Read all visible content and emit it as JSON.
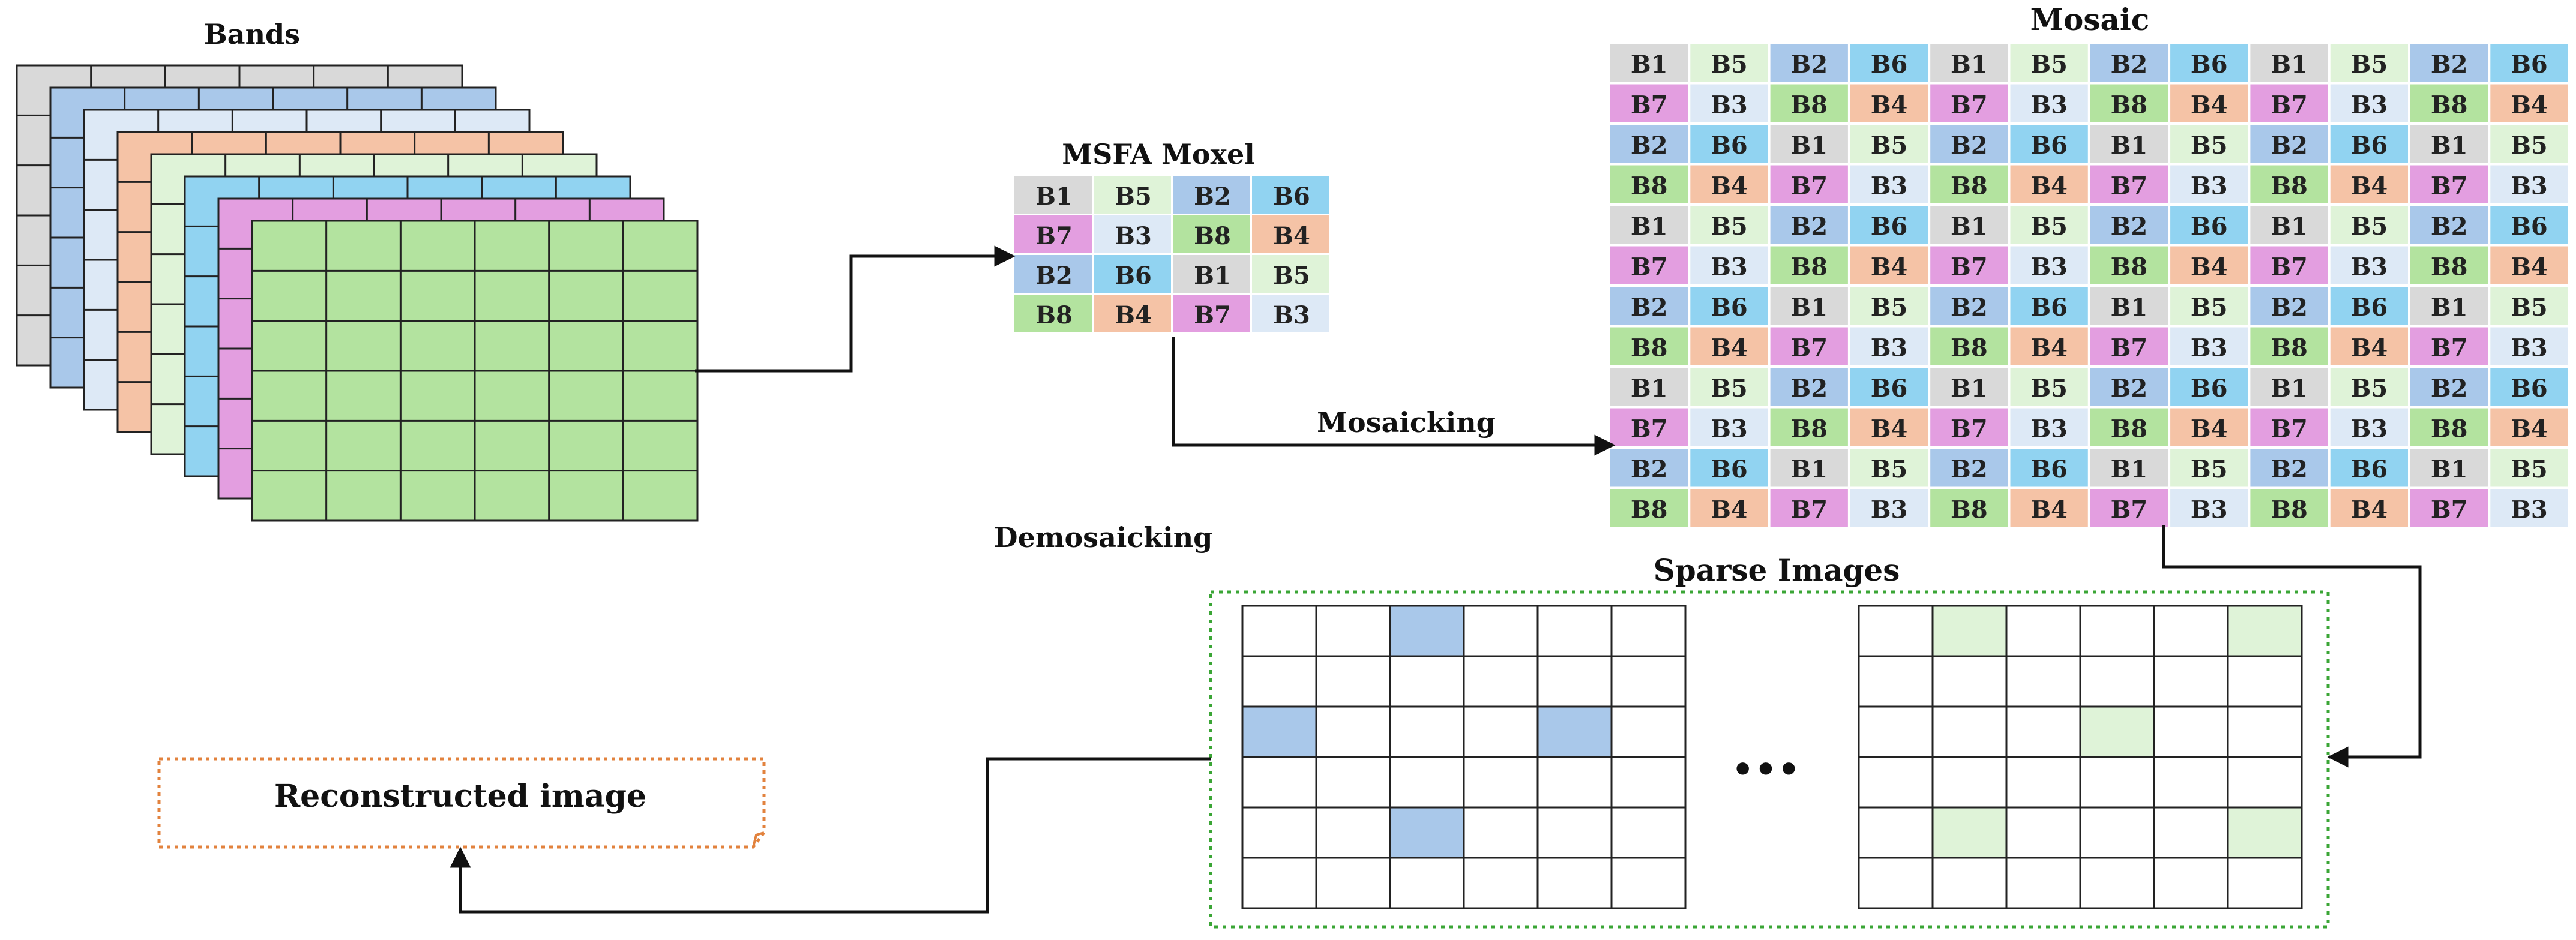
{
  "labels": {
    "bands": "Bands",
    "msfa": "MSFA Moxel",
    "mosaic": "Mosaic",
    "mosaicking": "Mosaicking",
    "demosaicking": "Demosaicking",
    "sparse": "Sparse Images",
    "reconstructed": "Reconstructed image",
    "ellipsis": "..."
  },
  "colors": {
    "B1": "#d9d9d9",
    "B2": "#a9c8ea",
    "B3": "#dde9f6",
    "B4": "#f5c3a6",
    "B5": "#dff3d8",
    "B6": "#91d3f1",
    "B7": "#e39ee0",
    "B8": "#b3e39f",
    "grid_line": "#222222",
    "sparse_border": "#3aa535",
    "reconstructed_border": "#e2823d"
  },
  "band_stack_colors": [
    "B1",
    "B2",
    "B3",
    "B4",
    "B5",
    "B6",
    "B7",
    "B8"
  ],
  "moxel": [
    [
      "B1",
      "B5",
      "B2",
      "B6"
    ],
    [
      "B7",
      "B3",
      "B8",
      "B4"
    ],
    [
      "B2",
      "B6",
      "B1",
      "B5"
    ],
    [
      "B8",
      "B4",
      "B7",
      "B3"
    ]
  ],
  "mosaic_repeat": {
    "rows": 3,
    "cols": 3
  },
  "sparse_grids": [
    {
      "band": "B2",
      "filled": [
        [
          0,
          2
        ],
        [
          2,
          0
        ],
        [
          2,
          4
        ],
        [
          4,
          2
        ]
      ]
    },
    {
      "band": "B5",
      "filled": [
        [
          0,
          1
        ],
        [
          0,
          5
        ],
        [
          2,
          3
        ],
        [
          4,
          1
        ],
        [
          4,
          5
        ]
      ]
    }
  ]
}
